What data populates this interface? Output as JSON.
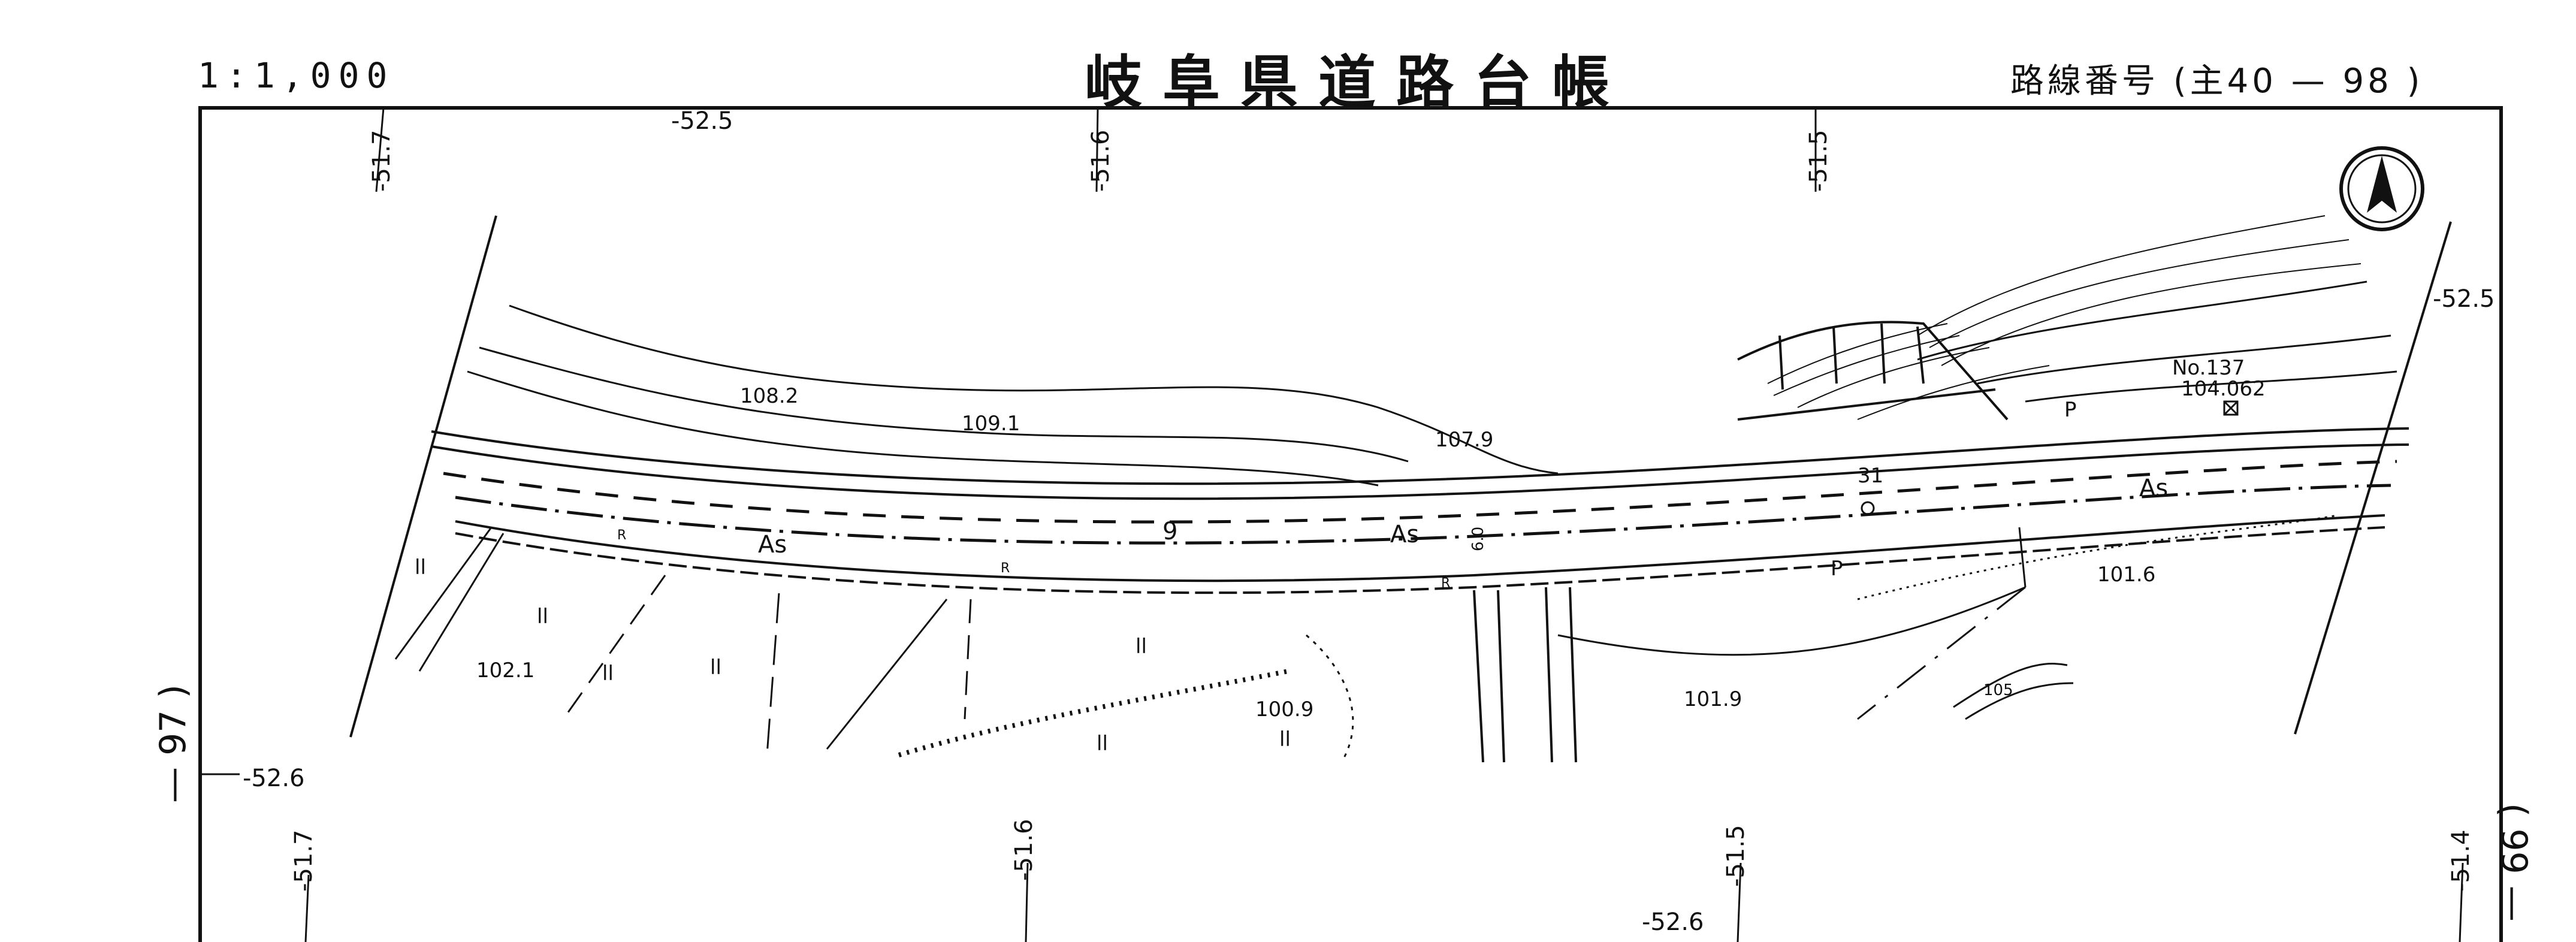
{
  "header": {
    "scale": "1:1,000",
    "title": "岐阜県道路台帳",
    "route_label": "路線番号",
    "route_value": "(主40 — 98 )"
  },
  "sheet_adjacent": {
    "left": "— 97 )",
    "right": "( 99 —"
  },
  "grid_labels": {
    "top": [
      "-51.7",
      "-52.5",
      "-51.6",
      "-51.5",
      "-52.5"
    ],
    "bottom": [
      "-52.6",
      "-51.7",
      "-51.6",
      "-51.5",
      "-52.6",
      "-51.4"
    ]
  },
  "map_labels": {
    "road_surface": [
      "As",
      "As",
      "As"
    ],
    "station_9": "9",
    "station_31": "31",
    "benchmark_id": "No.137",
    "benchmark_elev": "104.062",
    "contour_105": "105",
    "width_60": "6.0",
    "elevations": [
      "108.2",
      "109.1",
      "107.9",
      "102.1",
      "100.9",
      "101.9",
      "101.6"
    ],
    "vegetation_marks": [
      "ll",
      "ll",
      "ll",
      "ll",
      "ll",
      "ll",
      "ll"
    ],
    "land_marks": [
      "P",
      "P",
      "R",
      "R",
      "R"
    ]
  },
  "colors": {
    "ink": "#111111",
    "paper": "#ffffff"
  },
  "icons": {
    "north_arrow": "north-arrow-icon"
  }
}
